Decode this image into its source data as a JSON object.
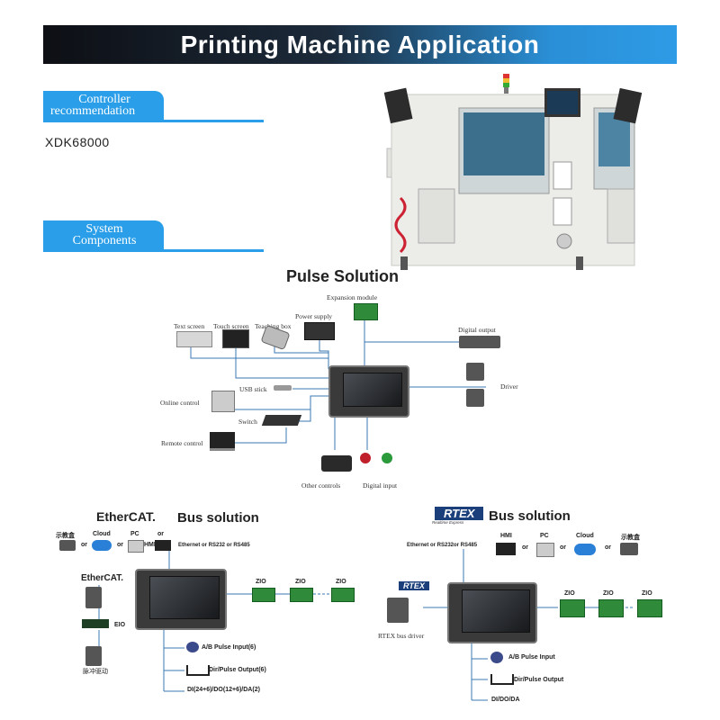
{
  "title": "Printing Machine Application",
  "controller": {
    "tag": [
      "Controller",
      "recommendation"
    ],
    "model": "XDK68000"
  },
  "system": {
    "tag": [
      "System",
      "Components"
    ]
  },
  "pulse": {
    "heading": "Pulse Solution",
    "labels": {
      "expansion": "Expansion module",
      "power": "Power supply",
      "text_screen": "Text screen",
      "touch_screen": "Touch screen",
      "teaching_box": "Teaching box",
      "digital_output": "Digital output",
      "usb": "USB stick",
      "driver": "Driver",
      "online": "Online control",
      "switch": "Switch",
      "remote": "Remote control",
      "other": "Other controls",
      "digital_input": "Digital input"
    }
  },
  "ethercat": {
    "logo": "EtherCAT.",
    "heading": "Bus solution",
    "logo2": "EtherCAT.",
    "top_items": [
      "示教盒",
      "or",
      "Cloud",
      "or",
      "PC",
      "or",
      "HMI"
    ],
    "ethernet": "Ethernet or RS232 or RS485",
    "zio": [
      "ZIO",
      "ZIO",
      "ZIO"
    ],
    "eio": "EIO",
    "driver_cn": "脉冲驱动",
    "io": [
      "A/B Pulse Input(6)",
      "Dir/Pulse Output(6)",
      "DI(24+6)/DO(12+6)/DA(2)"
    ]
  },
  "rtex": {
    "logo": "RTEX",
    "logo_sub": "Realtime Express",
    "heading": "Bus solution",
    "ethernet": "Ethernet or RS232or RS485",
    "top_items": [
      "HMI",
      "or",
      "PC",
      "or",
      "Cloud",
      "or",
      "示教盒"
    ],
    "zio": [
      "ZIO",
      "ZIO",
      "ZIO"
    ],
    "driver_label": "RTEX bus driver",
    "io": [
      "A/B Pulse Input",
      "Dir/Pulse Output",
      "DI/DO/DA"
    ]
  },
  "colors": {
    "accent": "#2a9ee8",
    "line": "#3a78b5",
    "board": "#2f8a3a"
  }
}
